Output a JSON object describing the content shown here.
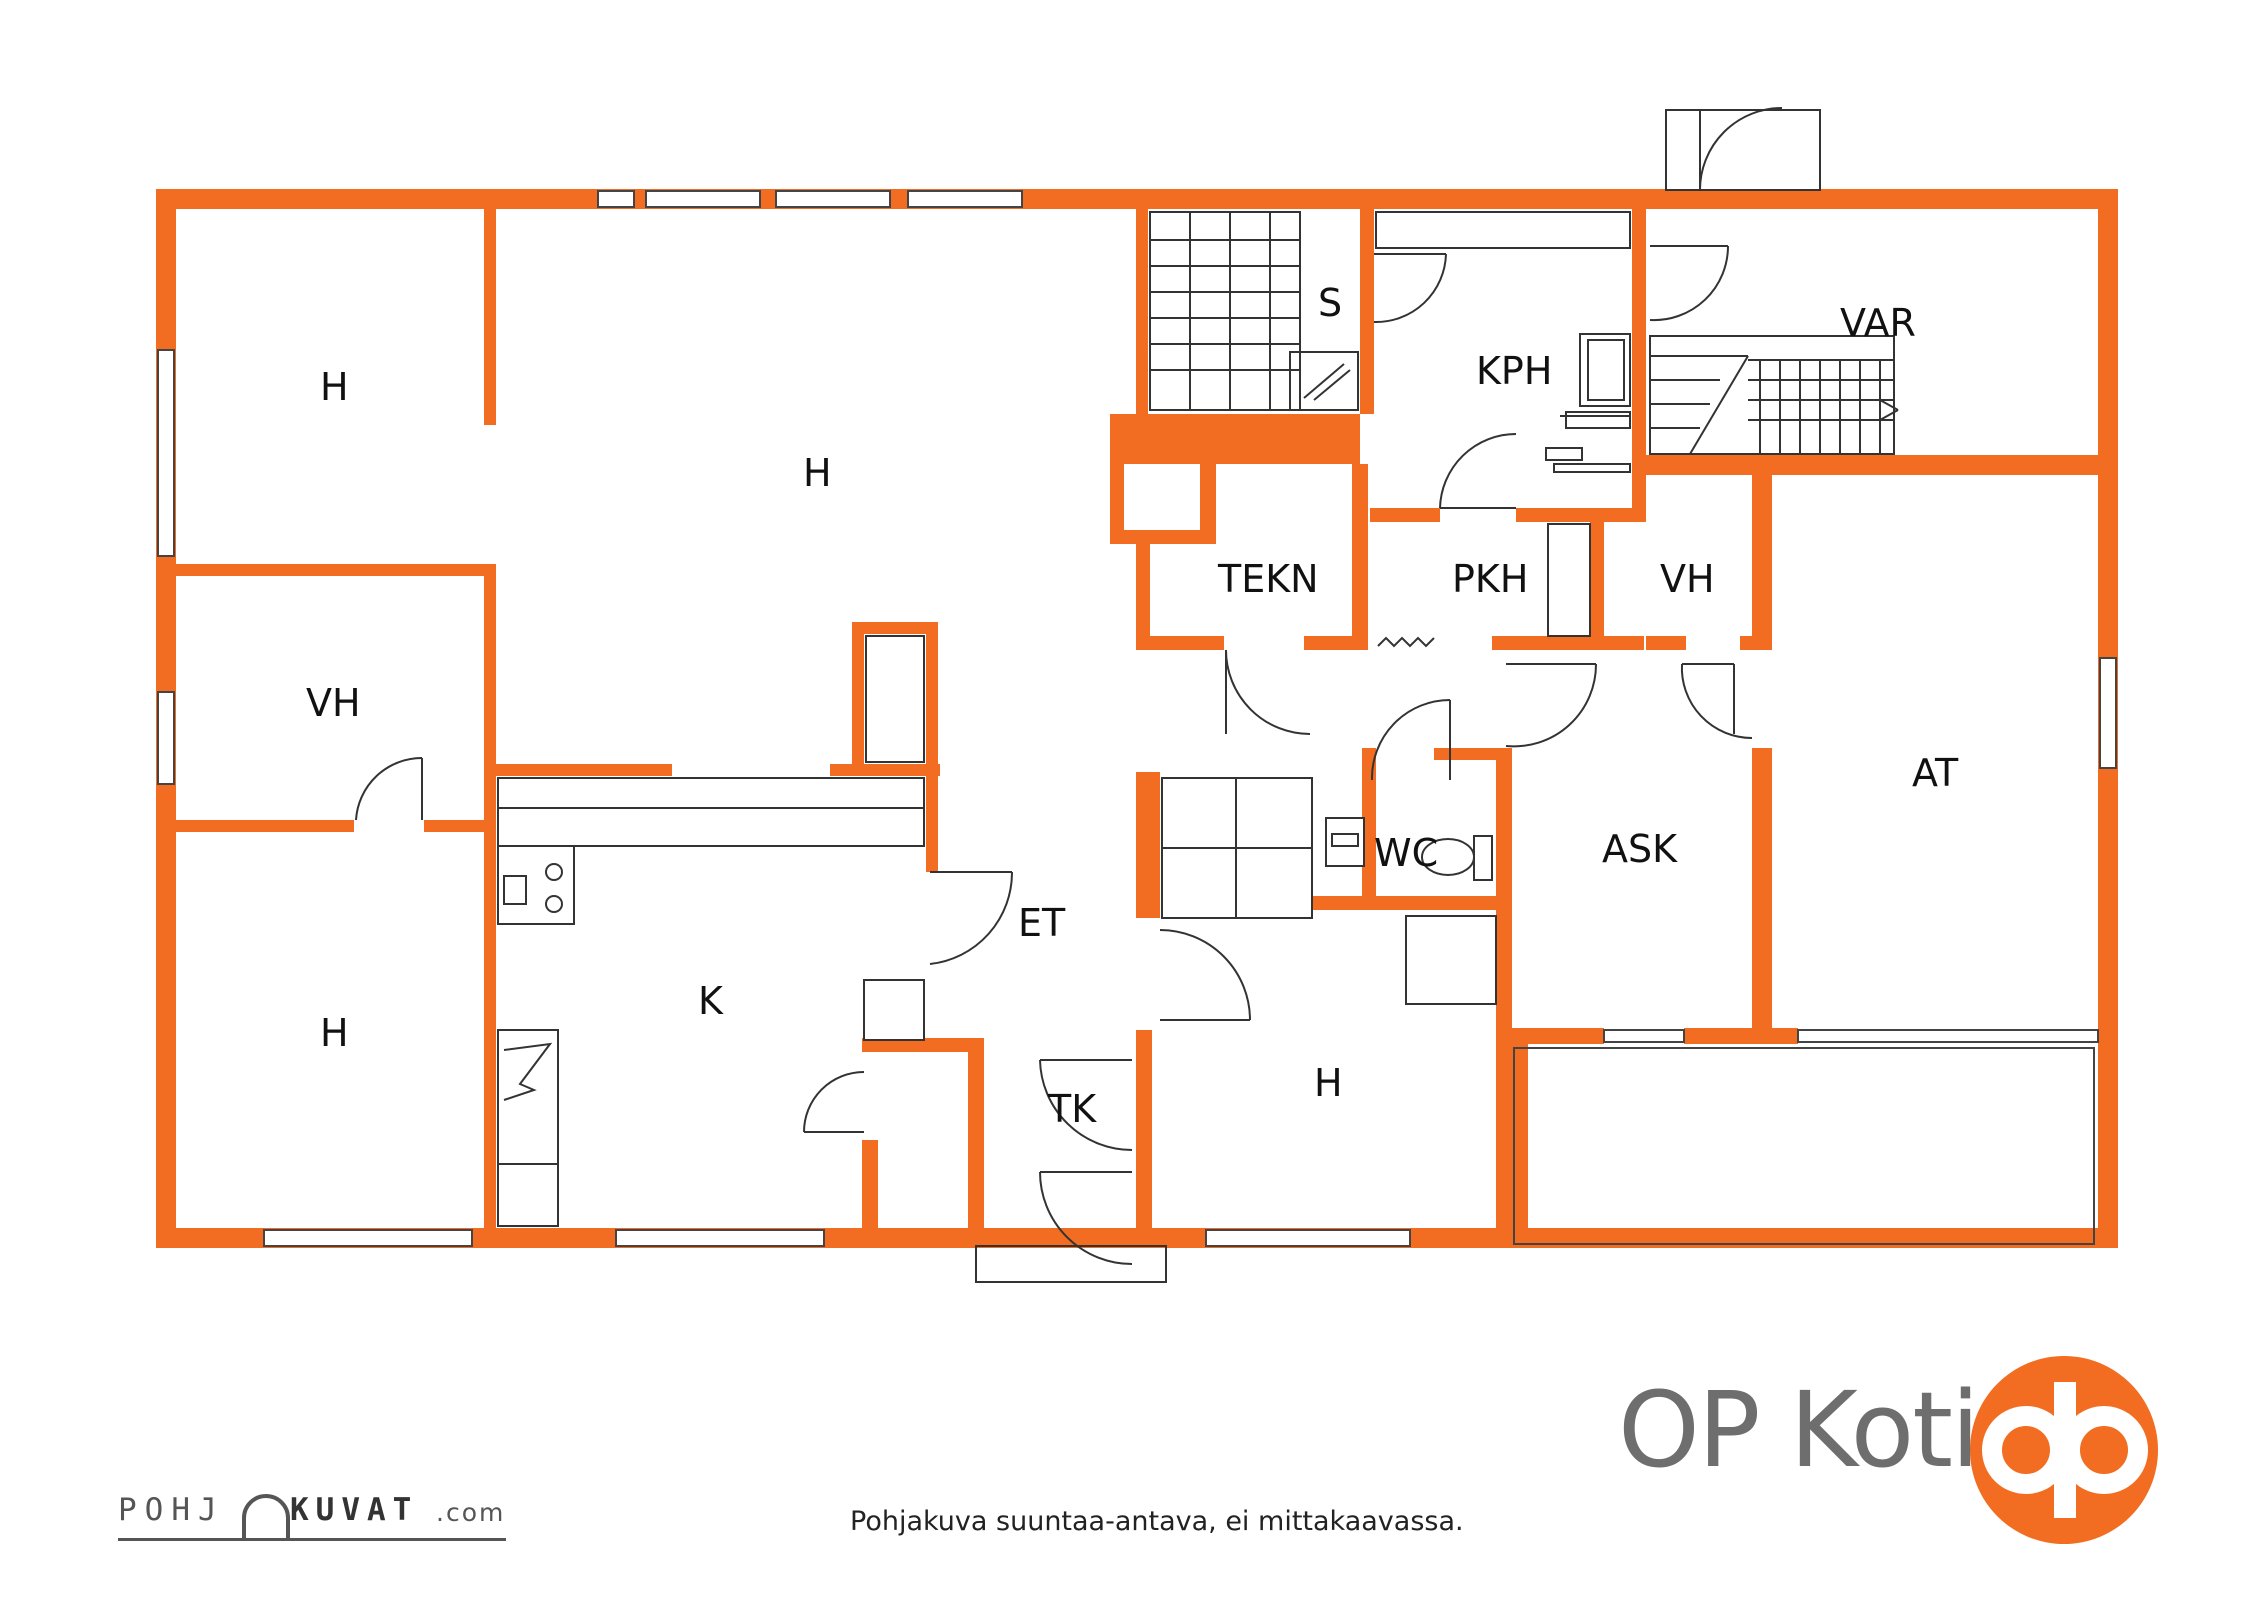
{
  "plan": {
    "rooms": [
      {
        "id": "h-northwest",
        "label": "H"
      },
      {
        "id": "h-living",
        "label": "H"
      },
      {
        "id": "s-sauna",
        "label": "S"
      },
      {
        "id": "kph",
        "label": "KPH"
      },
      {
        "id": "var",
        "label": "VAR"
      },
      {
        "id": "tekn",
        "label": "TEKN"
      },
      {
        "id": "pkh",
        "label": "PKH"
      },
      {
        "id": "vh-east",
        "label": "VH"
      },
      {
        "id": "vh-west",
        "label": "VH"
      },
      {
        "id": "at",
        "label": "AT"
      },
      {
        "id": "et",
        "label": "ET"
      },
      {
        "id": "wc",
        "label": "WC"
      },
      {
        "id": "ask",
        "label": "ASK"
      },
      {
        "id": "h-southwest",
        "label": "H"
      },
      {
        "id": "k-kitchen",
        "label": "K"
      },
      {
        "id": "tk",
        "label": "TK"
      },
      {
        "id": "h-south",
        "label": "H"
      }
    ]
  },
  "brand": {
    "name": "OP Koti",
    "accent_color": "#f26d21",
    "logo_icon": "op-logo-icon"
  },
  "footer": {
    "note": "Pohjakuva suuntaa-antava, ei mittakaavassa."
  },
  "credit": {
    "part1": "POHJ",
    "part2": "KUVAT",
    "part3": ".com"
  },
  "colors": {
    "wall": "#f26d21",
    "line": "#333333",
    "fixture_fill": "#ffffff"
  }
}
